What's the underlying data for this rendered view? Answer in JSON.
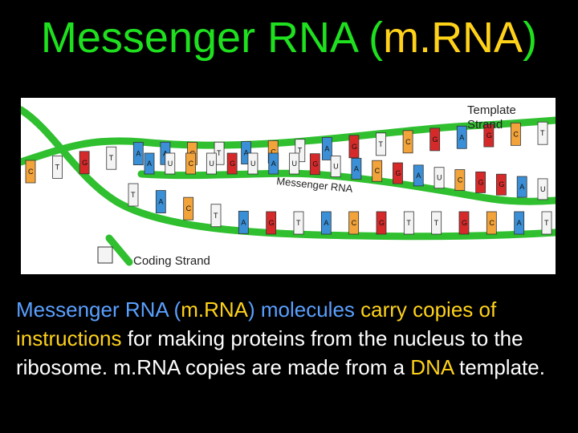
{
  "title": {
    "part1": "Messenger RNA (",
    "part2": "m.RNA",
    "part3": ")"
  },
  "colors": {
    "title_green": "#1fe01f",
    "title_accent": "#ffd21a",
    "text_blue": "#5aa0ff",
    "text_yellow": "#ffd21a",
    "backbone_green": "#2fbf2f",
    "base_blue": "#3a8fd6",
    "base_red": "#d62a2a",
    "base_white": "#f4f4f4",
    "base_orange": "#f2a33a"
  },
  "diagram": {
    "labels": {
      "template_strand": "Template Strand",
      "messenger_rna": "Messenger RNA",
      "coding_strand": "Coding Strand"
    },
    "icons": [
      "dna-strand-icon",
      "rna-strand-icon",
      "nucleotide-icon"
    ],
    "template_bases": [
      "C",
      "T",
      "G",
      "T",
      "A",
      "A",
      "C",
      "T",
      "A",
      "C",
      "T",
      "A",
      "G",
      "T",
      "C",
      "G",
      "A",
      "G",
      "C",
      "T"
    ],
    "rna_bases": [
      "A",
      "U",
      "C",
      "U",
      "G",
      "U",
      "A",
      "U",
      "G",
      "U",
      "A",
      "C",
      "G",
      "A",
      "U",
      "C",
      "G",
      "G",
      "A",
      "U"
    ],
    "coding_bases": [
      "T",
      "A",
      "C",
      "T",
      "A",
      "G",
      "T",
      "A",
      "C",
      "G",
      "T",
      "T",
      "G",
      "C",
      "A",
      "T"
    ]
  },
  "body": {
    "s1": "Messenger RNA (",
    "s2": "m.RNA",
    "s3": ") molecules ",
    "s4": "carry",
    "s5": " copies of instructions",
    "s6": " for making proteins from the nucleus to the ribosome.  m.RNA copies are made from a ",
    "s7": "DNA",
    "s8": " template."
  }
}
